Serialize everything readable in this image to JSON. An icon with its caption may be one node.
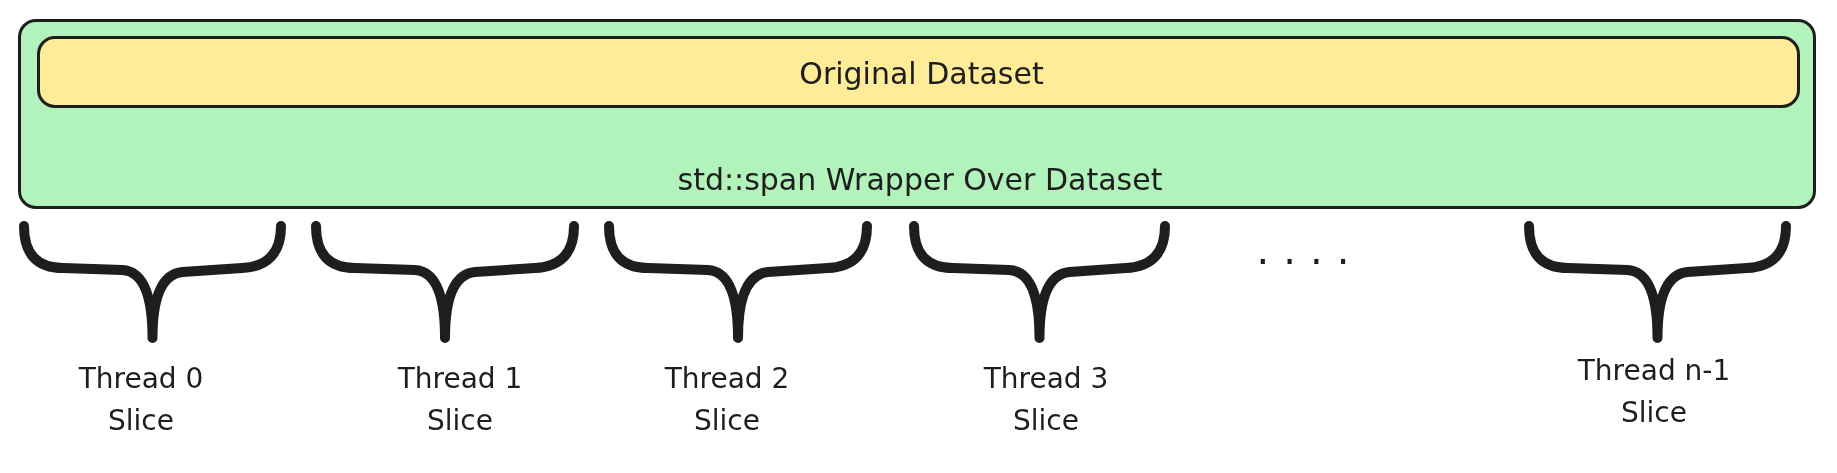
{
  "diagram": {
    "nodes": [
      {
        "text": [
          "std::span Wrapper Over Dataset"
        ]
      },
      {
        "text": [
          "Original Dataset"
        ],
        "in": 0
      }
    ],
    "labels": [
      "Thread 0 Slice",
      "Thread 1 Slice",
      "Thread 2 Slice",
      "Thread 3 Slice",
      "....",
      "Thread n-1 Slice"
    ]
  }
}
